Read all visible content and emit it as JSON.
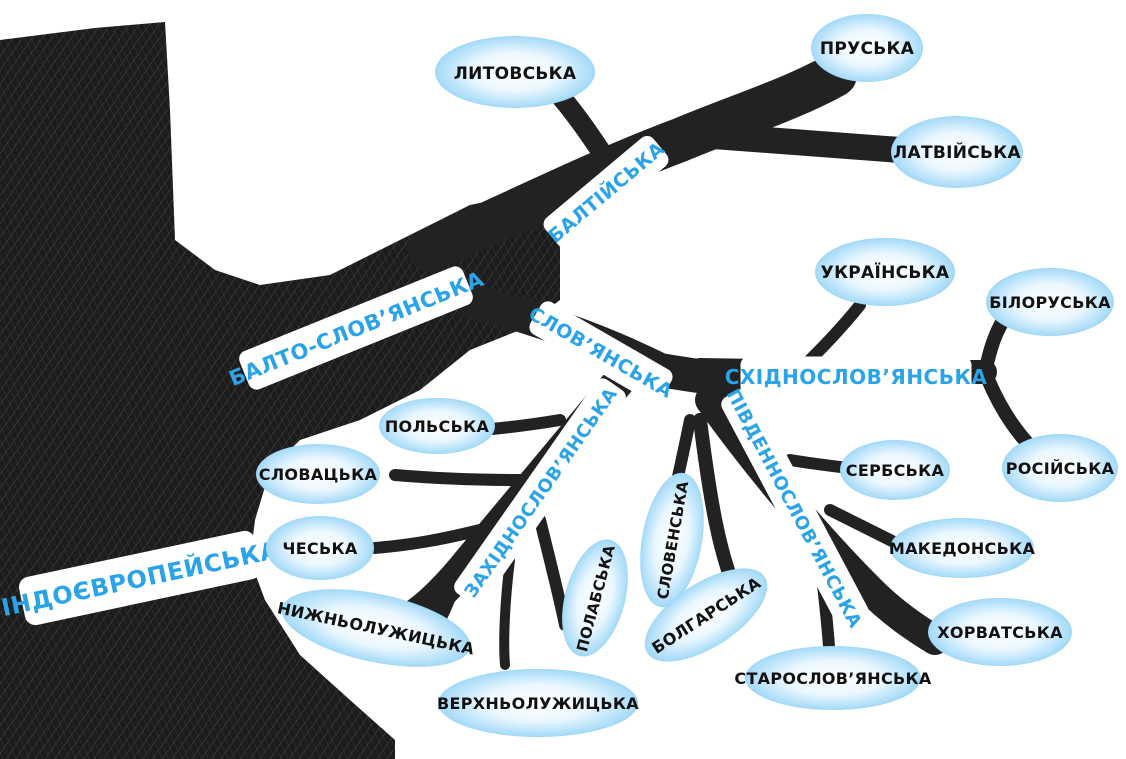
{
  "colors": {
    "cloud": "#a9dcf8",
    "cloud_edge": "#5ab8ee",
    "branch_text": "#2aa3e8",
    "tree": "#222222"
  },
  "branches": {
    "indo_european": "ІНДОЄВРОПЕЙСЬКА",
    "balto_slavic": "БАЛТО-СЛОВ’ЯНСЬКА",
    "baltic": "БАЛТІЙСЬКА",
    "slavic": "СЛОВ’ЯНСЬКА",
    "east_slavic": "СХІДНОСЛОВ’ЯНСЬКА",
    "west_slavic": "ЗАХІДНОСЛОВ’ЯНСЬКА",
    "south_slavic": "ПІВДЕННОСЛОВ’ЯНСЬКА"
  },
  "languages": {
    "lithuanian": "ЛИТОВСЬКА",
    "prussian": "ПРУСЬКА",
    "latvian": "ЛАТВІЙСЬКА",
    "ukrainian": "УКРАЇНСЬКА",
    "belarusian": "БІЛОРУСЬКА",
    "russian": "РОСІЙСЬКА",
    "serbian": "СЕРБСЬКА",
    "macedonian": "МАКЕДОНСЬКА",
    "croatian": "ХОРВАТСЬКА",
    "old_church_slavonic": "СТАРОСЛОВ’ЯНСЬКА",
    "bulgarian": "БОЛГАРСЬКА",
    "slovenian": "СЛОВЕНСЬКА",
    "polabian": "ПОЛАБСЬКА",
    "upper_sorbian": "ВЕРХНЬОЛУЖИЦЬКА",
    "lower_sorbian": "НИЖНЬОЛУЖИЦЬКА",
    "czech": "ЧЕСЬКА",
    "slovak": "СЛОВАЦЬКА",
    "polish": "ПОЛЬСЬКА"
  }
}
